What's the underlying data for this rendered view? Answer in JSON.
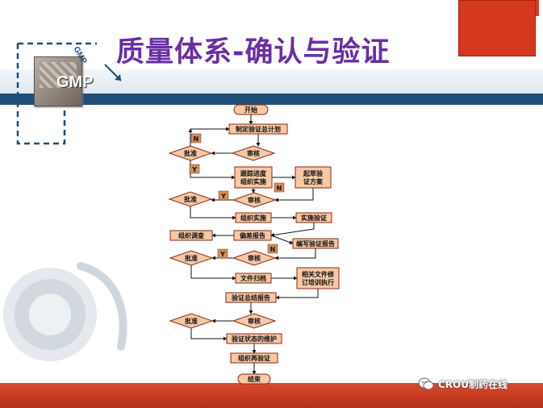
{
  "slide": {
    "title": "质量体系-确认与验证",
    "logo_text": "GMP",
    "logo_side_text": "GMP",
    "watermark_text": "CROU制药在线",
    "colors": {
      "title": "#6a2ea3",
      "header_band": "#1f4e79",
      "accent_red": "#d4391e",
      "bottom_band": "#c0351c",
      "node_fill": "#f6c8a6",
      "node_stroke": "#8a2a10",
      "tag_fill": "#d98c58"
    }
  },
  "flowchart": {
    "nodes": {
      "start": "开始",
      "master_plan": "制定验证总计划",
      "approve1": "批准",
      "review1": "审核",
      "track": "跟踪进度\n组织实施",
      "draft_protocol": "起草验\n证方案",
      "approve2": "批准",
      "review2": "审核",
      "organize_impl": "组织实施",
      "impl_validation": "实施验证",
      "org_investigation": "组织调查",
      "deviation_report": "偏差报告",
      "write_report": "编写验证报告",
      "approve3": "批准",
      "review3": "审核",
      "file_archive": "文件归档",
      "revise_docs": "相关文件修\n订培训执行",
      "summary_report": "验证总结报告",
      "approve4": "批准",
      "review4": "审核",
      "maintain": "验证状态的维护",
      "revalidate": "组织再验证",
      "end": "结束"
    },
    "tags": {
      "n1": "N",
      "y1": "Y",
      "y2": "Y",
      "n2": "N",
      "y3": "Y",
      "n3": "N"
    }
  }
}
